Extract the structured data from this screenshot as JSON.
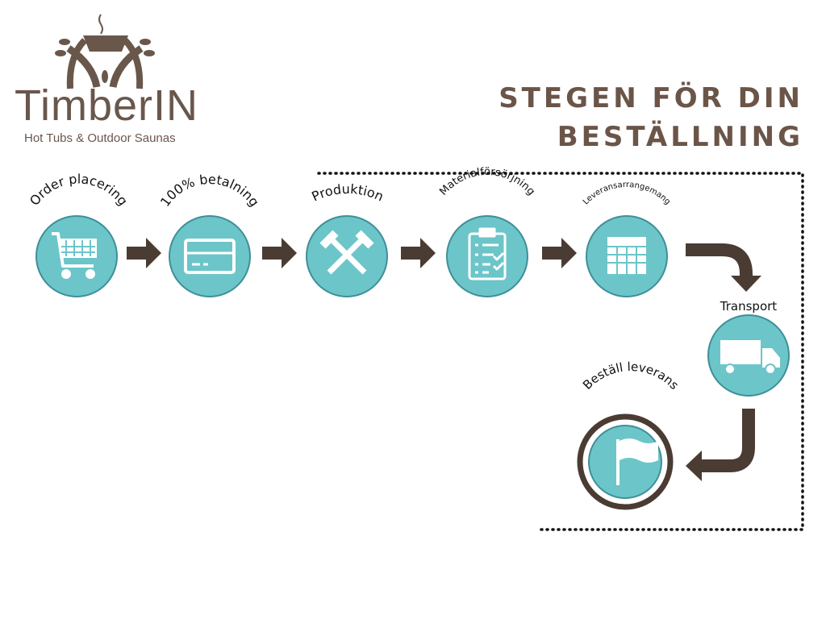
{
  "logo": {
    "brand": "TimberIN",
    "tagline": "Hot Tubs & Outdoor Saunas"
  },
  "title": {
    "line1": "STEGEN FÖR DIN",
    "line2": "BESTÄLLNING"
  },
  "steps": [
    {
      "label": "Order placering",
      "icon": "shopping-cart-icon"
    },
    {
      "label": "100% betalning",
      "icon": "credit-card-icon"
    },
    {
      "label": "Produktion",
      "icon": "hammers-icon"
    },
    {
      "label": "Materialförsörjning",
      "icon": "clipboard-checklist-icon"
    },
    {
      "label": "Leveransarrangemang",
      "icon": "calendar-icon"
    },
    {
      "label": "Transport",
      "icon": "truck-icon"
    },
    {
      "label": "Beställ leverans",
      "icon": "flag-icon"
    }
  ],
  "colors": {
    "teal": "#6cc5c9",
    "ring": "#3f8f98",
    "arrow": "#4a3b33",
    "brown": "#6b5548"
  }
}
